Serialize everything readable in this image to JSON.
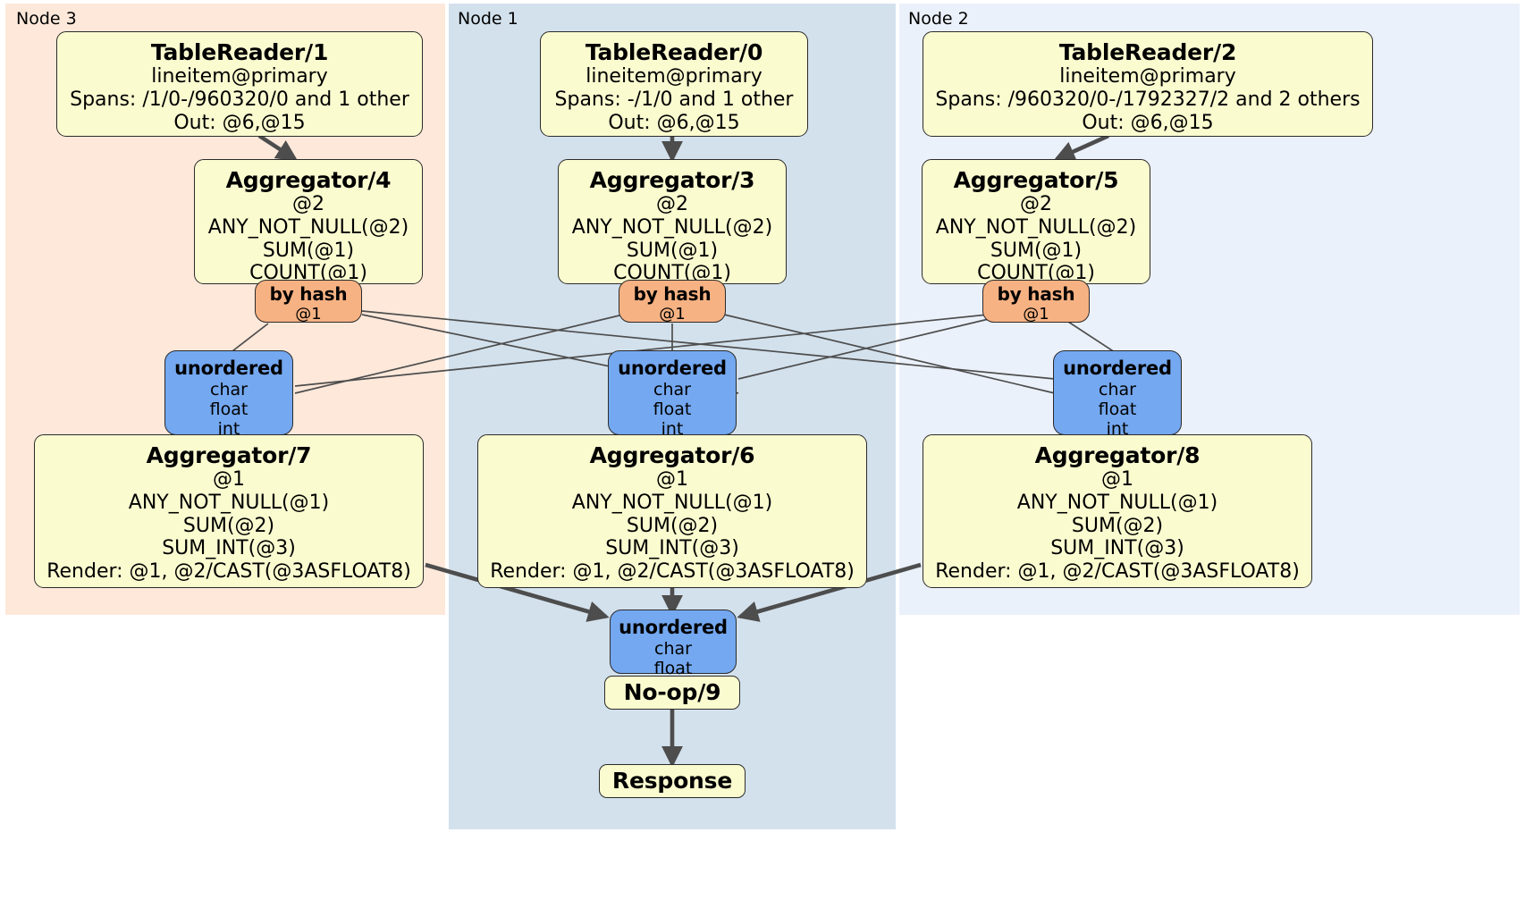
{
  "diagram": {
    "title": "Distributed SQL execution plan (DistSQL flow diagram)",
    "colors": {
      "node3_region": "#FDE8DA",
      "node1_region": "#D3E1EC",
      "node2_region": "#EBF1FB",
      "processor_box": "#FBFBD0",
      "router_box": "#F7B283",
      "sink_box": "#74A8F0",
      "edge": "#4D4D4D",
      "border": "#2B2B2B"
    },
    "regions": [
      {
        "id": "node3",
        "label": "Node 3"
      },
      {
        "id": "node1",
        "label": "Node 1"
      },
      {
        "id": "node2",
        "label": "Node 2"
      }
    ],
    "nodes": {
      "tablereader1": {
        "title": "TableReader/1",
        "lines": [
          "lineitem@primary",
          "Spans: /1/0-/960320/0 and 1 other",
          "Out: @6,@15"
        ]
      },
      "tablereader0": {
        "title": "TableReader/0",
        "lines": [
          "lineitem@primary",
          "Spans: -/1/0 and 1 other",
          "Out: @6,@15"
        ]
      },
      "tablereader2": {
        "title": "TableReader/2",
        "lines": [
          "lineitem@primary",
          "Spans: /960320/0-/1792327/2 and 2 others",
          "Out: @6,@15"
        ]
      },
      "aggregator4": {
        "title": "Aggregator/4",
        "lines": [
          "@2",
          "ANY_NOT_NULL(@2)",
          "SUM(@1)",
          "COUNT(@1)"
        ]
      },
      "aggregator3": {
        "title": "Aggregator/3",
        "lines": [
          "@2",
          "ANY_NOT_NULL(@2)",
          "SUM(@1)",
          "COUNT(@1)"
        ]
      },
      "aggregator5": {
        "title": "Aggregator/5",
        "lines": [
          "@2",
          "ANY_NOT_NULL(@2)",
          "SUM(@1)",
          "COUNT(@1)"
        ]
      },
      "byhash_left": {
        "title": "by hash",
        "lines": [
          "@1"
        ]
      },
      "byhash_center": {
        "title": "by hash",
        "lines": [
          "@1"
        ]
      },
      "byhash_right": {
        "title": "by hash",
        "lines": [
          "@1"
        ]
      },
      "unordered_left": {
        "title": "unordered",
        "lines": [
          "char",
          "float",
          "int"
        ]
      },
      "unordered_center": {
        "title": "unordered",
        "lines": [
          "char",
          "float",
          "int"
        ]
      },
      "unordered_right": {
        "title": "unordered",
        "lines": [
          "char",
          "float",
          "int"
        ]
      },
      "aggregator7": {
        "title": "Aggregator/7",
        "lines": [
          "@1",
          "ANY_NOT_NULL(@1)",
          "SUM(@2)",
          "SUM_INT(@3)",
          "Render: @1, @2/CAST(@3ASFLOAT8)"
        ]
      },
      "aggregator6": {
        "title": "Aggregator/6",
        "lines": [
          "@1",
          "ANY_NOT_NULL(@1)",
          "SUM(@2)",
          "SUM_INT(@3)",
          "Render: @1, @2/CAST(@3ASFLOAT8)"
        ]
      },
      "aggregator8": {
        "title": "Aggregator/8",
        "lines": [
          "@1",
          "ANY_NOT_NULL(@1)",
          "SUM(@2)",
          "SUM_INT(@3)",
          "Render: @1, @2/CAST(@3ASFLOAT8)"
        ]
      },
      "unordered_final": {
        "title": "unordered",
        "lines": [
          "char",
          "float"
        ]
      },
      "noop9": {
        "title": "No-op/9",
        "lines": []
      },
      "response": {
        "title": "Response",
        "lines": []
      }
    }
  }
}
